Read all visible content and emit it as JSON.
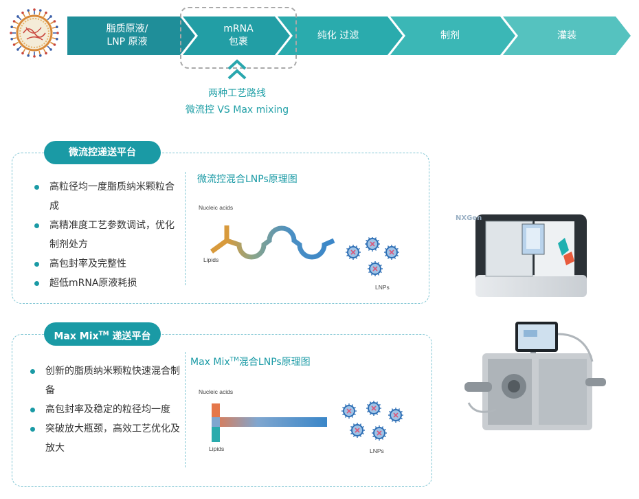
{
  "process": {
    "steps": [
      {
        "label": "脂质原液/\nLNP 原液"
      },
      {
        "label": "mRNA\n包裹"
      },
      {
        "label": "纯化 过滤"
      },
      {
        "label": "制剂"
      },
      {
        "label": "灌装"
      }
    ],
    "highlighted_step": 1,
    "note_line1": "两种工艺路线",
    "note_line2": "微流控 VS Max mixing"
  },
  "colors": {
    "steps": [
      "#1f8e99",
      "#229ea5",
      "#2aabad",
      "#3bb7b6",
      "#55c2bf"
    ],
    "accent": "#1a9aa5",
    "dashed": "#7fc5d3"
  },
  "panel1": {
    "title": "微流控递送平台",
    "features": [
      "高粒径均一度脂质纳米颗粒合成",
      "高精准度工艺参数调试，优化制剂处方",
      "高包封率及完整性",
      "超低mRNA原液耗损"
    ],
    "diagram_title": "微流控混合LNPs原理图",
    "label_nucleic": "Nucleic acids",
    "label_lipids": "Lipids",
    "label_lnps": "LNPs"
  },
  "panel2": {
    "title_main": "Max Mix",
    "title_tm": "TM",
    "title_rest": " 递送平台",
    "features": [
      "创新的脂质纳米颗粒快速混合制备",
      "高包封率及稳定的粒径均一度",
      "突破放大瓶颈，高效工艺优化及放大"
    ],
    "diagram_title_main": "Max Mix",
    "diagram_title_tm": "TM",
    "diagram_title_rest": "混合LNPs原理图",
    "label_nucleic": "Nucleic acids",
    "label_lipids": "Lipids",
    "label_lnps": "LNPs"
  },
  "instrument1": {
    "brand": "NXGen"
  }
}
